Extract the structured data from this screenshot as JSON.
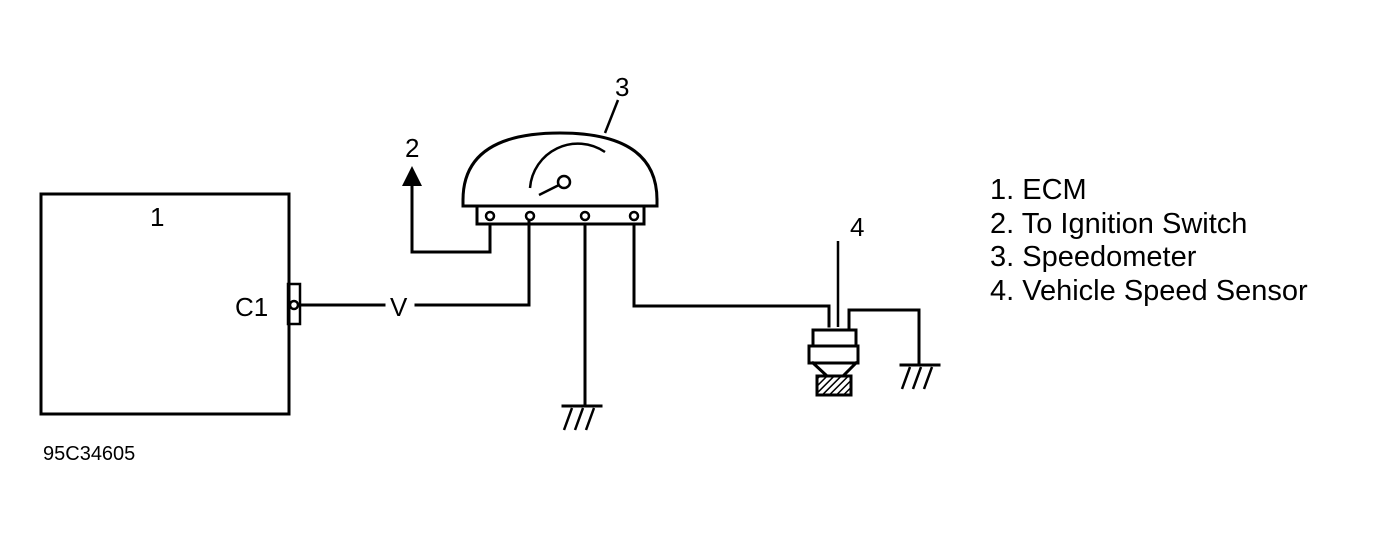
{
  "callouts": {
    "ecm": "1",
    "ignition": "2",
    "speedometer": "3",
    "vss": "4"
  },
  "connector_label": "C1",
  "wire_color_label": "V",
  "figure_code": "95C34605",
  "legend": [
    "1. ECM",
    "2. To Ignition Switch",
    "3. Speedometer",
    "4. Vehicle Speed Sensor"
  ]
}
